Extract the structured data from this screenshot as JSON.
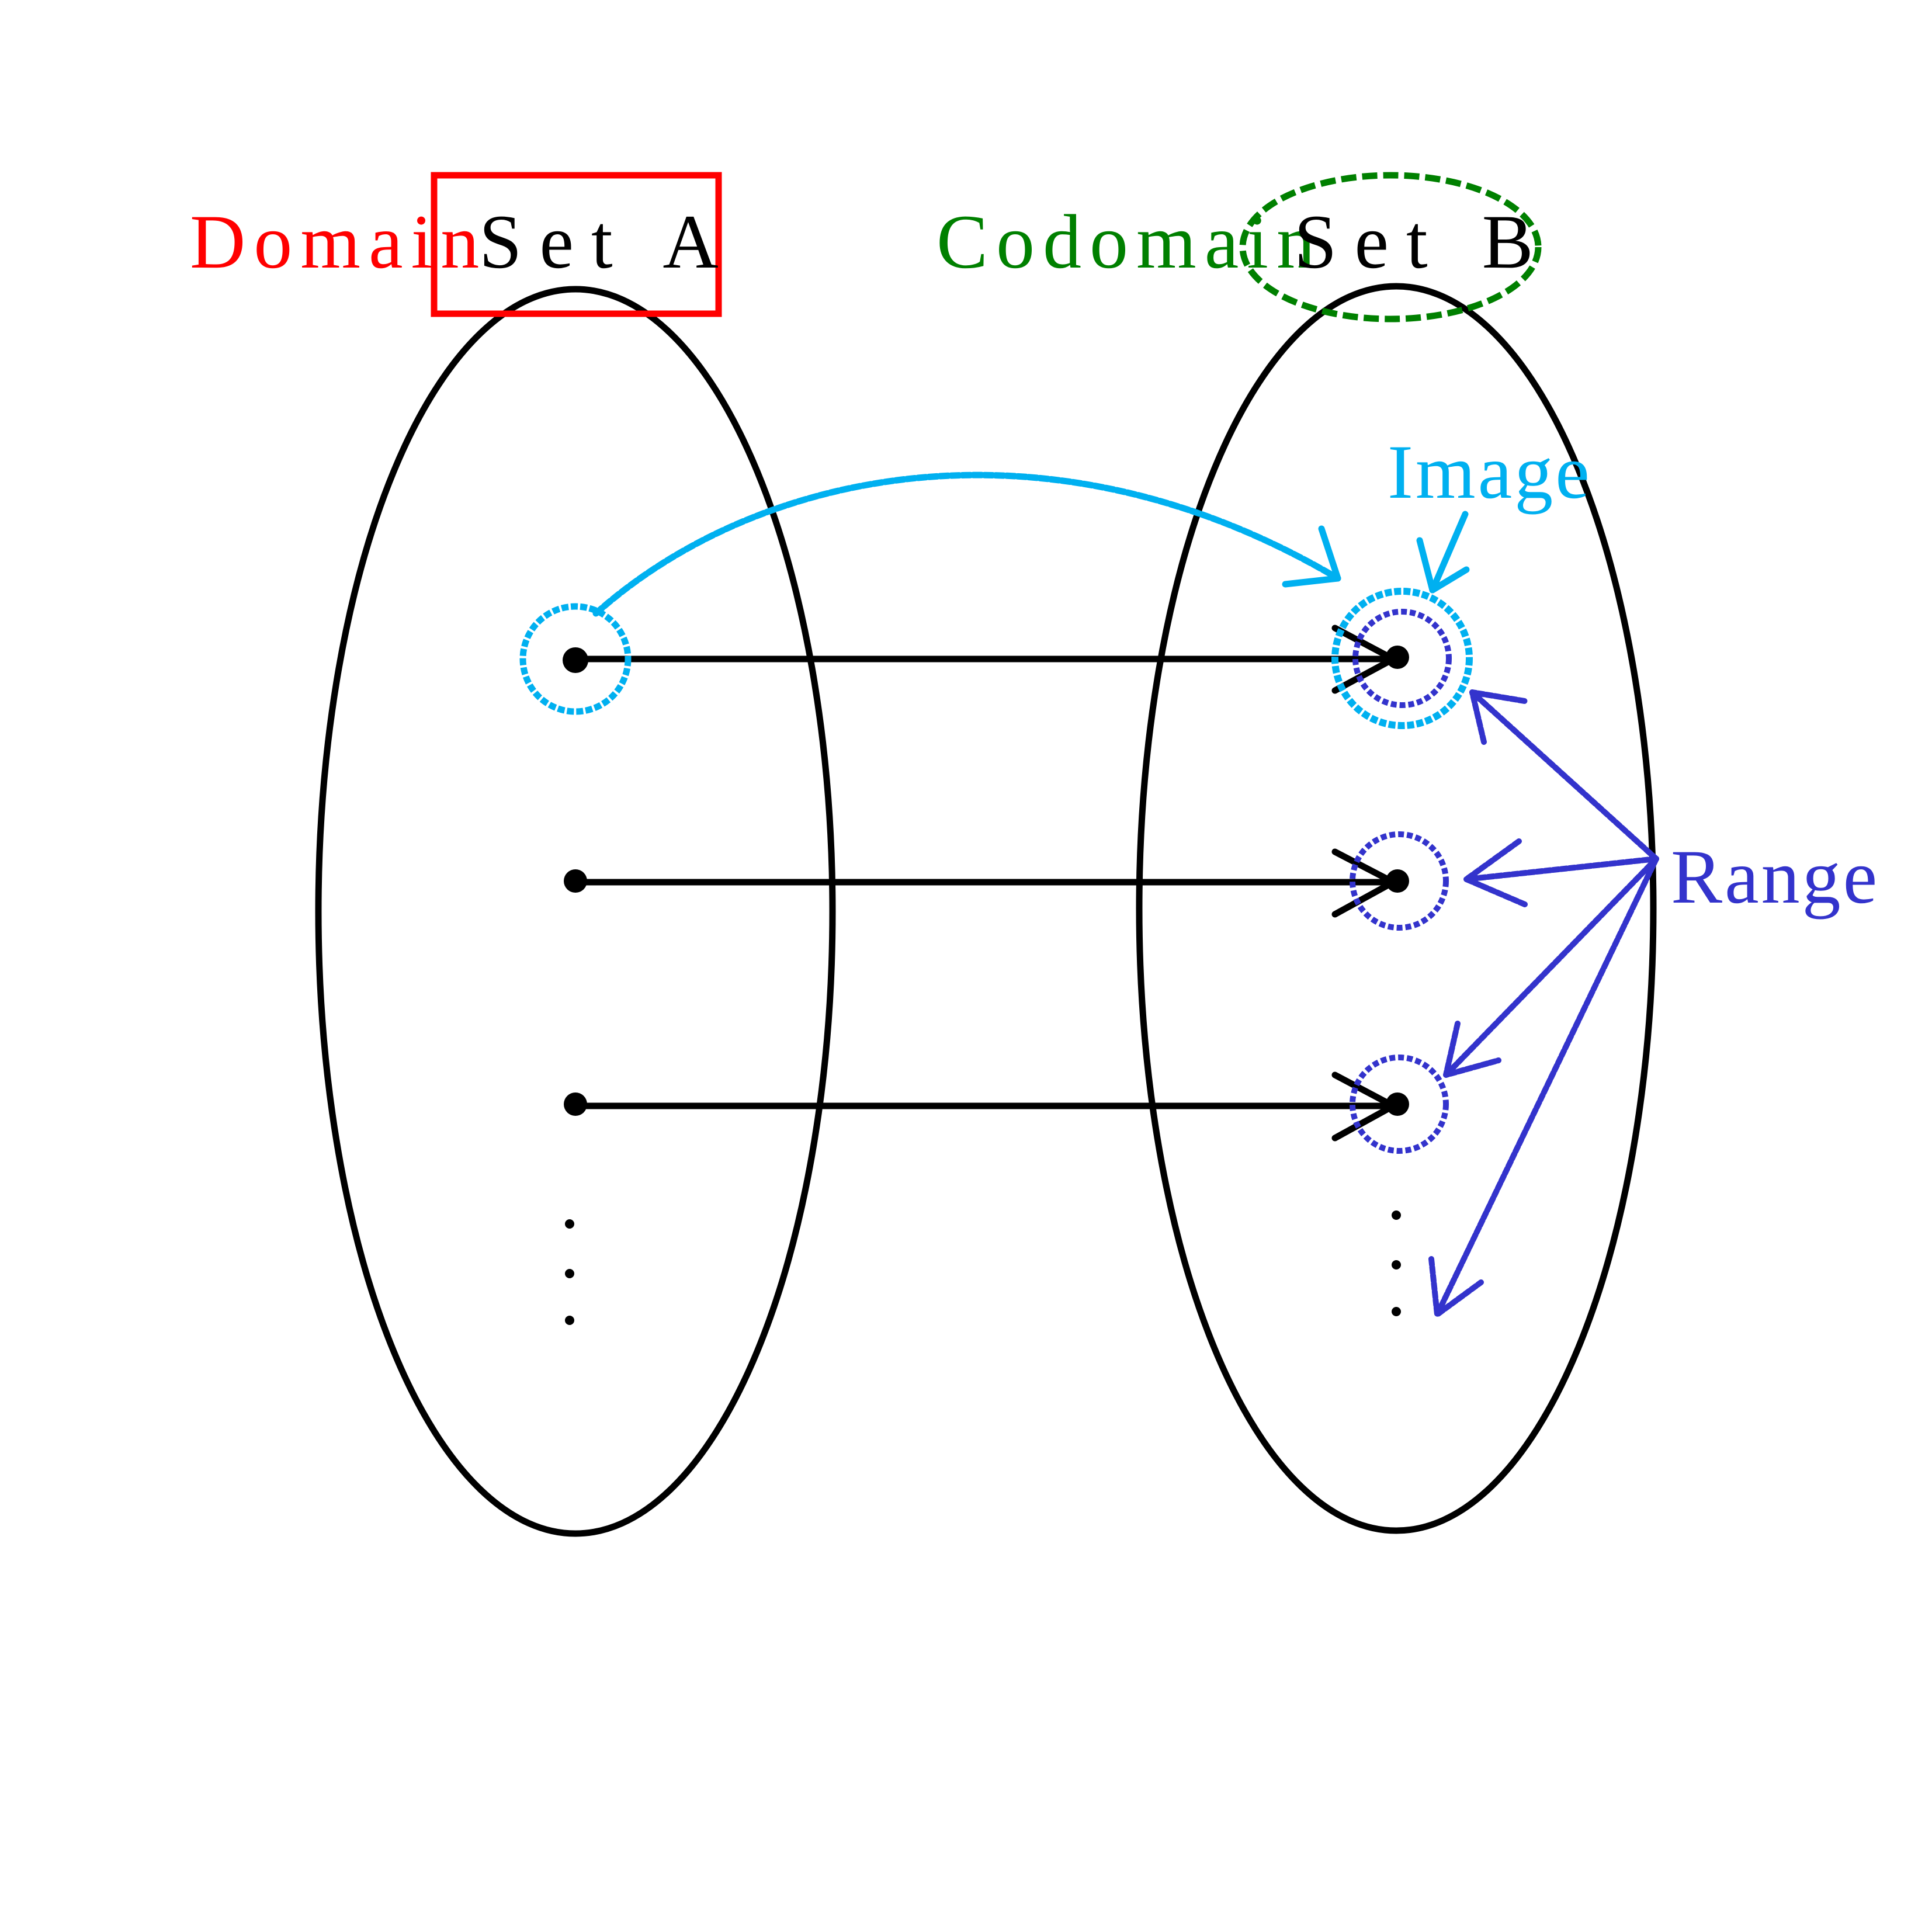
{
  "labels": {
    "domain": "Domain",
    "set_a": "Set A",
    "codomain": "Codomain",
    "set_b": "Set B",
    "image": "Image",
    "range": "Range"
  },
  "colors": {
    "domain": "#ff0000",
    "codomain": "#008000",
    "image": "#00b0f0",
    "range": "#3333cc",
    "ink": "#000000"
  },
  "mapping": {
    "set_a_elements": 3,
    "set_b_elements": 3,
    "continuation": "⋮"
  }
}
